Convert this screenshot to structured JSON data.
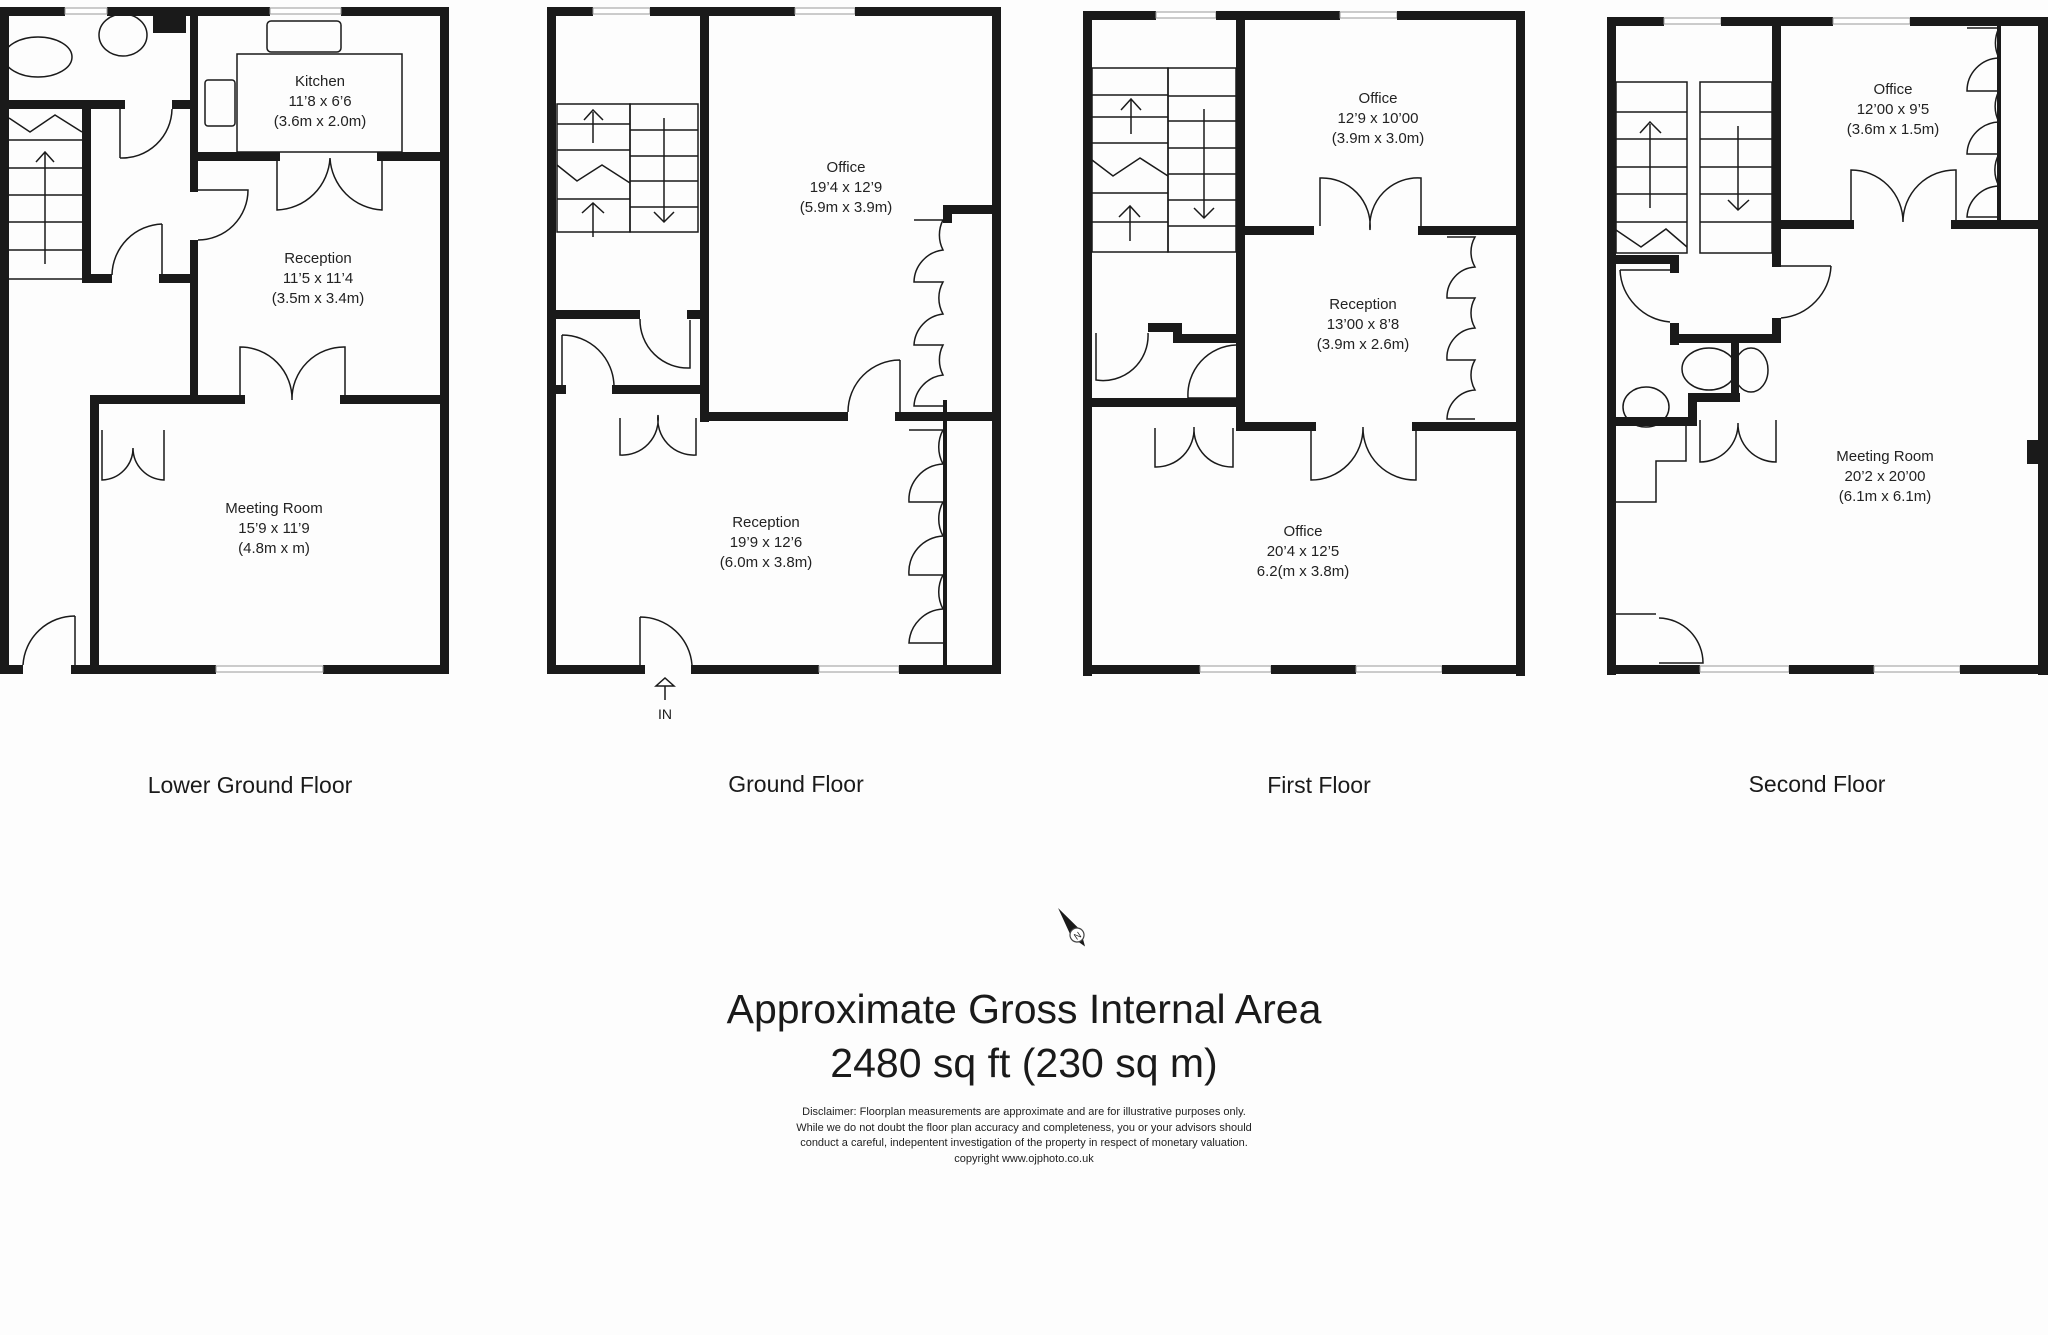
{
  "floors": [
    {
      "title": "Lower Ground Floor",
      "rooms": [
        {
          "name": "Kitchen",
          "imperial": "11’8 x 6’6",
          "metric": "(3.6m x 2.0m)"
        },
        {
          "name": "Reception",
          "imperial": "11’5 x 11’4",
          "metric": "(3.5m x 3.4m)"
        },
        {
          "name": "Meeting Room",
          "imperial": "15’9 x 11’9",
          "metric": "(4.8m x m)"
        }
      ]
    },
    {
      "title": "Ground Floor",
      "rooms": [
        {
          "name": "Office",
          "imperial": "19’4 x 12’9",
          "metric": "(5.9m x 3.9m)"
        },
        {
          "name": "Reception",
          "imperial": "19’9 x 12’6",
          "metric": "(6.0m x 3.8m)"
        }
      ],
      "entrance_label": "IN"
    },
    {
      "title": "First Floor",
      "rooms": [
        {
          "name": "Office",
          "imperial": "12’9 x 10’00",
          "metric": "(3.9m x 3.0m)"
        },
        {
          "name": "Reception",
          "imperial": "13’00 x 8’8",
          "metric": "(3.9m x 2.6m)"
        },
        {
          "name": "Office",
          "imperial": "20’4 x 12’5",
          "metric": "6.2(m x 3.8m)"
        }
      ]
    },
    {
      "title": "Second Floor",
      "rooms": [
        {
          "name": "Office",
          "imperial": "12’00 x 9’5",
          "metric": "(3.6m x 1.5m)"
        },
        {
          "name": "Meeting Room",
          "imperial": "20’2 x 20’00",
          "metric": "(6.1m x 6.1m)"
        }
      ]
    }
  ],
  "compass": {
    "icon": "north-arrow-icon",
    "letter": "N"
  },
  "summary": {
    "title": "Approximate Gross Internal Area",
    "area": "2480 sq ft (230 sq m)"
  },
  "disclaimer": {
    "lines": [
      "Disclaimer: Floorplan measurements are approximate and are for illustrative purposes only.",
      "While we do not doubt the floor plan accuracy and completeness, you or your advisors should",
      "conduct a careful, indepentent investigation of the property in respect of monetary valuation.",
      "copyright www.ojphoto.co.uk"
    ]
  },
  "colors": {
    "wall": "#1a1a1a",
    "background": "#fdfdfd"
  }
}
